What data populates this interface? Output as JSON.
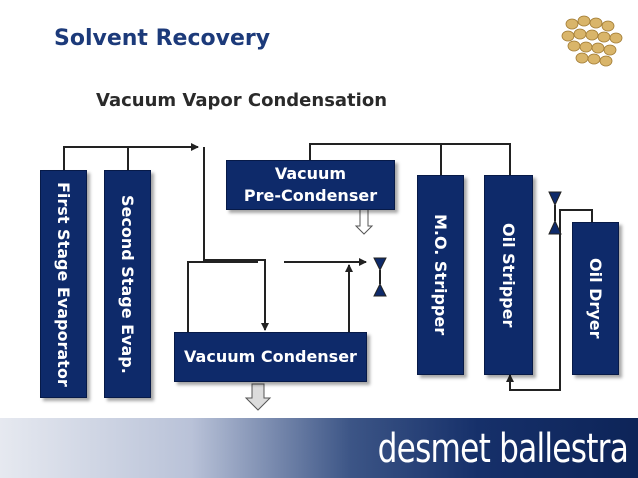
{
  "slide": {
    "title": "Solvent Recovery",
    "subtitle": "Vacuum Vapor Condensation",
    "brand": "desmet ballestra"
  },
  "units": {
    "first_stage_evaporator": "First Stage Evaporator",
    "second_stage_evap": "Second Stage Evap.",
    "vacuum_pre_condenser_line1": "Vacuum",
    "vacuum_pre_condenser_line2": "Pre-Condenser",
    "vacuum_condenser": "Vacuum Condenser",
    "mo_stripper": "M.O. Stripper",
    "oil_stripper": "Oil Stripper",
    "oil_dryer": "Oil Dryer"
  },
  "colors": {
    "box": "#0e2a6a",
    "title": "#1c3a7a",
    "pipe": "#222222"
  },
  "icons": {
    "logo_image": "soybeans"
  }
}
